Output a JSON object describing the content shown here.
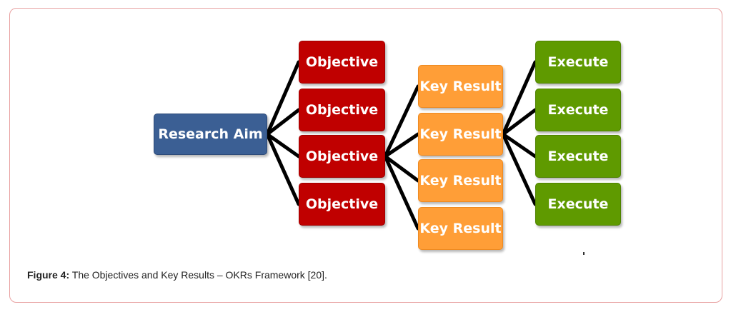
{
  "diagram": {
    "aim": {
      "label": "Research Aim"
    },
    "objectives": [
      {
        "label": "Objective"
      },
      {
        "label": "Objective"
      },
      {
        "label": "Objective"
      },
      {
        "label": "Objective"
      }
    ],
    "key_results": [
      {
        "label": "Key Result"
      },
      {
        "label": "Key Result"
      },
      {
        "label": "Key Result"
      },
      {
        "label": "Key Result"
      }
    ],
    "executes": [
      {
        "label": "Execute"
      },
      {
        "label": "Execute"
      },
      {
        "label": "Execute"
      },
      {
        "label": "Execute"
      }
    ],
    "colors": {
      "aim": "#3b5f94",
      "objective": "#c00000",
      "key_result": "#ff9e37",
      "execute": "#5f9a00",
      "connector": "#000000"
    }
  },
  "caption": {
    "label": "Figure 4:",
    "text": " The Objectives and Key Results – OKRs Framework [20]."
  }
}
